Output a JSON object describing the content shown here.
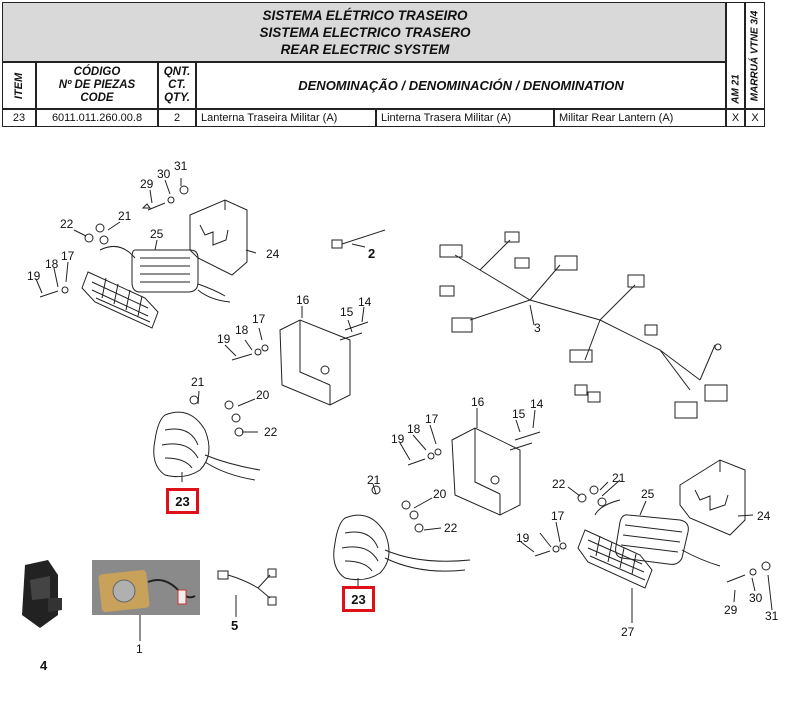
{
  "header": {
    "title_pt": "SISTEMA ELÉTRICO TRASEIRO",
    "title_es": "SISTEMA ELECTRICO TRASERO",
    "title_en": "REAR ELECTRIC SYSTEM",
    "col_item": "ITEM",
    "col_code_1": "CÓDIGO",
    "col_code_2": "Nº DE PIEZAS",
    "col_code_3": "CODE",
    "col_qty_1": "QNT.",
    "col_qty_2": "CT.",
    "col_qty_3": "QTY.",
    "col_denomination": "DENOMINAÇÃO / DENOMINACIÓN / DENOMINATION",
    "col_model_1": "AM 21",
    "col_model_2": "MARRUÁ VTNE 3/4"
  },
  "row": {
    "item": "23",
    "code": "6011.011.260.00.8",
    "qty": "2",
    "denom_pt": "Lanterna Traseira Militar (A)",
    "denom_es": "Linterna Trasera Militar (A)",
    "denom_en": "Militar Rear Lantern (A)",
    "mark_1": "X",
    "mark_2": "X"
  },
  "callouts": {
    "c1": "1",
    "c2": "2",
    "c3": "3",
    "c4": "4",
    "c5": "5",
    "c14a": "14",
    "c14b": "14",
    "c15a": "15",
    "c15b": "15",
    "c16a": "16",
    "c16b": "16",
    "c17a": "17",
    "c17b": "17",
    "c17c": "17",
    "c17d": "17",
    "c18a": "18",
    "c18b": "18",
    "c18c": "18",
    "c19a": "19",
    "c19b": "19",
    "c19c": "19",
    "c19d": "19",
    "c20a": "20",
    "c20b": "20",
    "c21a": "21",
    "c21b": "21",
    "c21c": "21",
    "c21d": "21",
    "c22a": "22",
    "c22b": "22",
    "c22c": "22",
    "c22d": "22",
    "c23a": "23",
    "c23b": "23",
    "c24a": "24",
    "c24b": "24",
    "c25a": "25",
    "c25b": "25",
    "c27": "27",
    "c29a": "29",
    "c29b": "29",
    "c30a": "30",
    "c30b": "30",
    "c31a": "31",
    "c31b": "31"
  },
  "colors": {
    "highlight": "#e0101a",
    "header_bg": "#d9d9d9"
  }
}
